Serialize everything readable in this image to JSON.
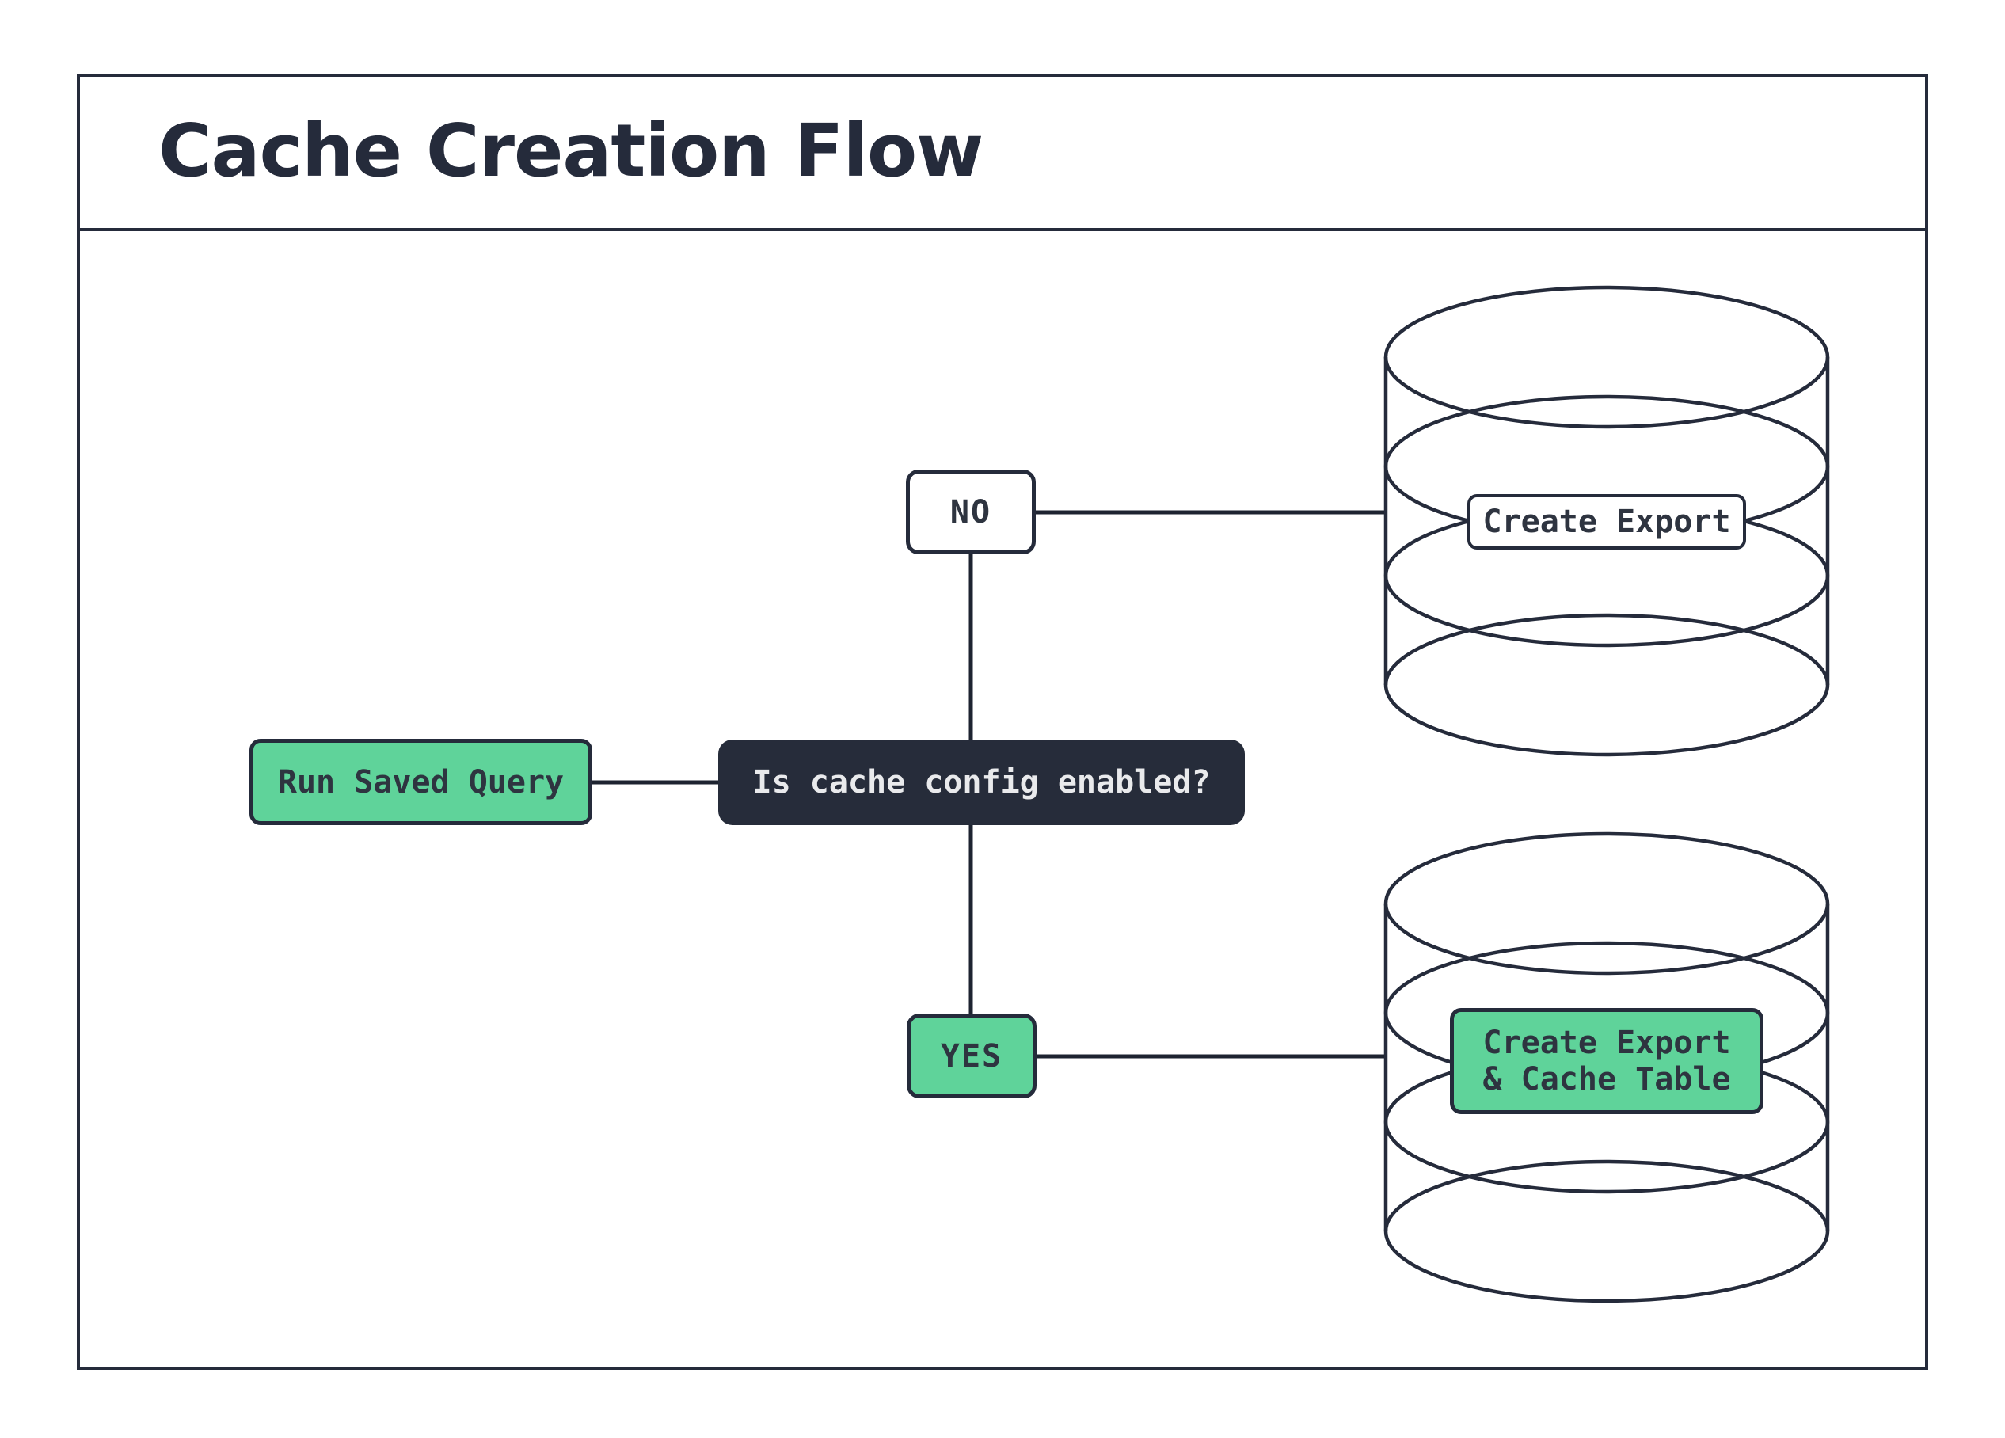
{
  "header": {
    "title": "Cache Creation Flow"
  },
  "flow": {
    "start": {
      "label": "Run Saved Query"
    },
    "question": {
      "label": "Is cache config enabled?"
    },
    "branch_no": {
      "label": "NO"
    },
    "branch_yes": {
      "label": "YES"
    },
    "db_no": {
      "label": "Create Export"
    },
    "db_yes": {
      "label_line1": "Create Export",
      "label_line2": "& Cache Table"
    }
  },
  "icons": {
    "db_no": "database-cylinder-icon",
    "db_yes": "database-cylinder-icon"
  },
  "colors": {
    "bg": "#ffffff",
    "ink": "#252b3b",
    "line": "#1d2330",
    "green": "#5fd39a",
    "navy": "#262c3a",
    "text-dark": "#2e3440",
    "text-light": "#e9eaec"
  }
}
